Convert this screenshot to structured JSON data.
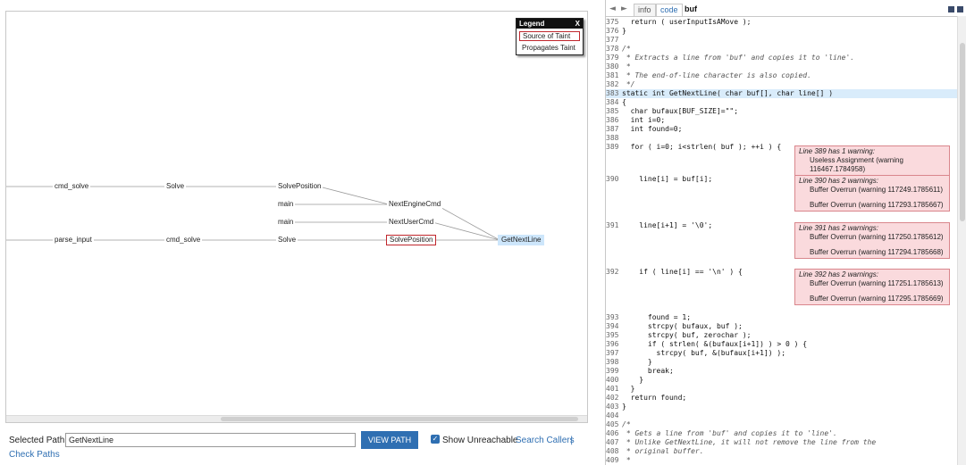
{
  "graph": {
    "nodes": [
      {
        "id": "cmd_solve_1",
        "label": "cmd_solve"
      },
      {
        "id": "solve_1",
        "label": "Solve"
      },
      {
        "id": "solve_position_1",
        "label": "SolvePosition"
      },
      {
        "id": "main_1",
        "label": "main"
      },
      {
        "id": "next_engine_cmd",
        "label": "NextEngineCmd"
      },
      {
        "id": "main_2",
        "label": "main"
      },
      {
        "id": "next_user_cmd",
        "label": "NextUserCmd"
      },
      {
        "id": "parse_input",
        "label": "parse_input"
      },
      {
        "id": "cmd_solve_2",
        "label": "cmd_solve"
      },
      {
        "id": "solve_2",
        "label": "Solve"
      },
      {
        "id": "solve_position_2",
        "label": "SolvePosition"
      },
      {
        "id": "get_next_line",
        "label": "GetNextLine"
      }
    ]
  },
  "legend": {
    "title": "Legend",
    "close": "X",
    "source": "Source of Taint",
    "propagates": "Propagates Taint"
  },
  "controls": {
    "selected_path_label": "Selected Path:",
    "selected_path_value": "GetNextLine",
    "view_path": "VIEW PATH",
    "checkbox_mark": "✓",
    "show_unreachable": "Show Unreachable",
    "search_callers": "Search Callers",
    "separator": "|",
    "check_paths": "Check Paths"
  },
  "code_panel": {
    "back": "◄",
    "forward": "►",
    "tabs": {
      "info": "info",
      "code": "code",
      "file": "buf"
    },
    "lines": [
      {
        "n": "375",
        "t": "  return ( userInputIsAMove );"
      },
      {
        "n": "376",
        "t": "}"
      },
      {
        "n": "377",
        "t": ""
      },
      {
        "n": "378",
        "t": "/*"
      },
      {
        "n": "379",
        "t": " * Extracts a line from 'buf' and copies it to 'line'."
      },
      {
        "n": "380",
        "t": " *"
      },
      {
        "n": "381",
        "t": " * The end-of-line character is also copied."
      },
      {
        "n": "382",
        "t": " */"
      },
      {
        "n": "383",
        "t": "static int GetNextLine( char buf[], char line[] )"
      },
      {
        "n": "384",
        "t": "{"
      },
      {
        "n": "385",
        "t": "  char bufaux[BUF_SIZE]=\"\";"
      },
      {
        "n": "386",
        "t": "  int i=0;"
      },
      {
        "n": "387",
        "t": "  int found=0;"
      },
      {
        "n": "388",
        "t": ""
      },
      {
        "n": "389",
        "t": "  for ( i=0; i<strlen( buf ); ++i ) {"
      },
      {
        "n": "390",
        "t": "    line[i] = buf[i];"
      },
      {
        "n": "391",
        "t": "    line[i+1] = '\\0';"
      },
      {
        "n": "392",
        "t": "    if ( line[i] == '\\n' ) {"
      },
      {
        "n": "393",
        "t": "      found = 1;"
      },
      {
        "n": "394",
        "t": "      strcpy( bufaux, buf );"
      },
      {
        "n": "395",
        "t": "      strcpy( buf, zerochar );"
      },
      {
        "n": "396",
        "t": "      if ( strlen( &(bufaux[i+1]) ) > 0 ) {"
      },
      {
        "n": "397",
        "t": "        strcpy( buf, &(bufaux[i+1]) );"
      },
      {
        "n": "398",
        "t": "      }"
      },
      {
        "n": "399",
        "t": "      break;"
      },
      {
        "n": "400",
        "t": "    }"
      },
      {
        "n": "401",
        "t": "  }"
      },
      {
        "n": "402",
        "t": "  return found;"
      },
      {
        "n": "403",
        "t": "}"
      },
      {
        "n": "404",
        "t": ""
      },
      {
        "n": "405",
        "t": "/*"
      },
      {
        "n": "406",
        "t": " * Gets a line from 'buf' and copies it to 'line'."
      },
      {
        "n": "407",
        "t": " * Unlike GetNextLine, it will not remove the line from the"
      },
      {
        "n": "408",
        "t": " * original buffer."
      },
      {
        "n": "409",
        "t": " *"
      }
    ],
    "warnings": [
      {
        "title": "Line 389 has 1 warning:",
        "items": [
          "Useless Assignment (warning 116467.1784958)"
        ]
      },
      {
        "title": "Line 390 has 2 warnings:",
        "items": [
          "Buffer Overrun (warning 117249.1785611)",
          "Buffer Overrun (warning 117293.1785667)"
        ]
      },
      {
        "title": "Line 391 has 2 warnings:",
        "items": [
          "Buffer Overrun (warning 117250.1785612)",
          "Buffer Overrun (warning 117294.1785668)"
        ]
      },
      {
        "title": "Line 392 has 2 warnings:",
        "items": [
          "Buffer Overrun (warning 117251.1785613)",
          "Buffer Overrun (warning 117295.1785669)"
        ]
      }
    ]
  }
}
